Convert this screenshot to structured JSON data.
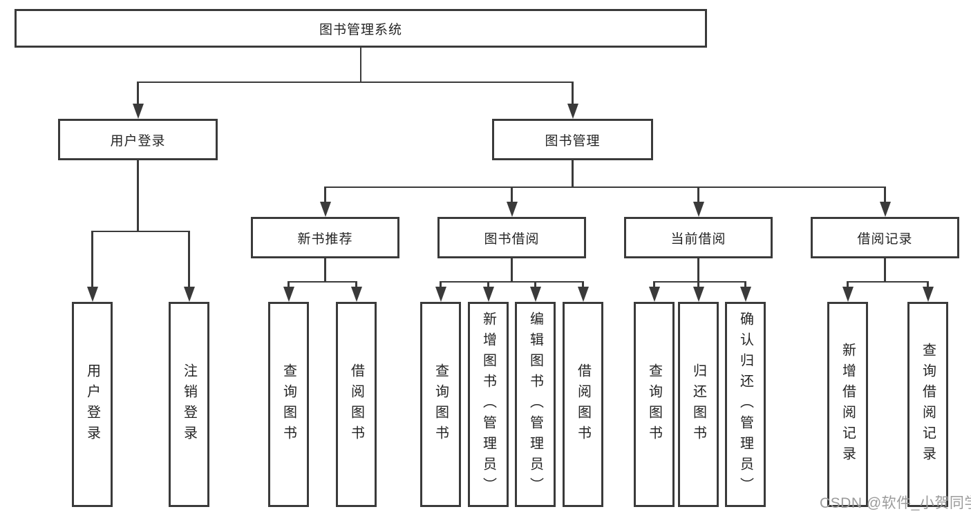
{
  "diagram": {
    "type": "tree",
    "title": "图书管理系统",
    "colors": {
      "line": "#3a3a3a",
      "box_border": "#3a3a3a",
      "box_fill": "#ffffff",
      "text": "#242424",
      "watermark_text": "#9b9b9b",
      "background": "#ffffff"
    },
    "tree": {
      "root": {
        "label": "图书管理系统"
      },
      "branches": [
        {
          "label": "用户登录",
          "children": [
            {
              "label": "用户登录"
            },
            {
              "label": "注销登录"
            }
          ]
        },
        {
          "label": "图书管理",
          "children": [
            {
              "label": "新书推荐",
              "children": [
                {
                  "label": "查询图书"
                },
                {
                  "label": "借阅图书"
                }
              ]
            },
            {
              "label": "图书借阅",
              "children": [
                {
                  "label": "查询图书"
                },
                {
                  "label": "新增图书（管理员）"
                },
                {
                  "label": "编辑图书（管理员）"
                },
                {
                  "label": "借阅图书"
                }
              ]
            },
            {
              "label": "当前借阅",
              "children": [
                {
                  "label": "查询图书"
                },
                {
                  "label": "归还图书"
                },
                {
                  "label": "确认归还（管理员）"
                }
              ]
            },
            {
              "label": "借阅记录",
              "children": [
                {
                  "label": "新增借阅记录"
                },
                {
                  "label": "查询借阅记录"
                }
              ]
            }
          ]
        }
      ]
    }
  },
  "watermark": {
    "text": "CSDN @软件_小贺同学"
  }
}
